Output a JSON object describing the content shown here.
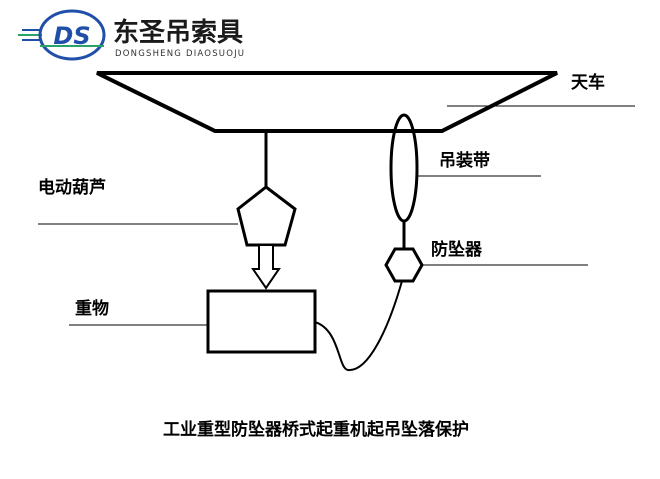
{
  "logo": {
    "mark_text": "DS",
    "name_cn": "东圣吊索具",
    "name_en": "DONGSHENG DIAOSUOJU",
    "colors": {
      "mark_blue": "#1f4fa8",
      "mark_green": "#2aa36b"
    }
  },
  "labels": {
    "crane": "天车",
    "sling": "吊装带",
    "hoist": "电动葫芦",
    "arrester": "防坠器",
    "load": "重物"
  },
  "caption": "工业重型防坠器桥式起重机起吊坠落保护"
}
